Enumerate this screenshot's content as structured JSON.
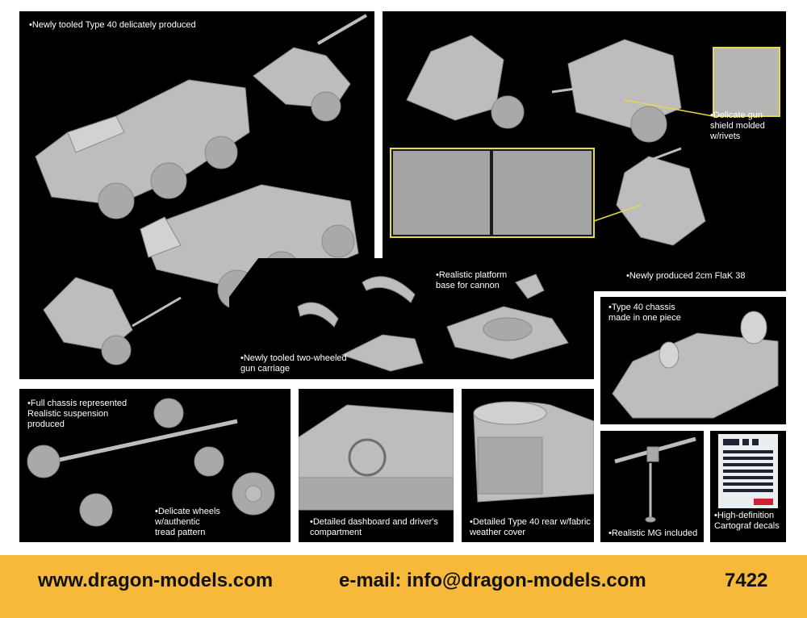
{
  "captions": {
    "kfz_trailer": "Newly tooled Type 40 delicately produced",
    "gun_shield": "Delicate gun\nshield molded\nw/rivets",
    "flak38": "Newly produced 2cm FlaK 38",
    "platform_base": "Realistic platform\nbase for cannon",
    "gun_carriage": "Newly tooled two-wheeled\ngun carriage",
    "chassis": "Type 40 chassis\nmade in one piece",
    "full_chassis": "Full chassis represented\nRealistic suspension\nproduced",
    "wheels": "Delicate wheels\nw/authentic\ntread pattern",
    "dashboard": "Detailed dashboard and driver's\ncompartment",
    "rear": "Detailed Type 40 rear w/fabric\nweather cover",
    "mg": "Realistic MG included",
    "decals": "High-definition\nCartograf decals"
  },
  "footer": {
    "website": "www.dragon-models.com",
    "email": "e-mail: info@dragon-models.com",
    "kit_number": "7422"
  },
  "colors": {
    "panel_bg": "#000000",
    "model_grey": "#bdbdbd",
    "highlight_yellow": "#e8d84a",
    "footer_bg": "#f6b93a"
  }
}
